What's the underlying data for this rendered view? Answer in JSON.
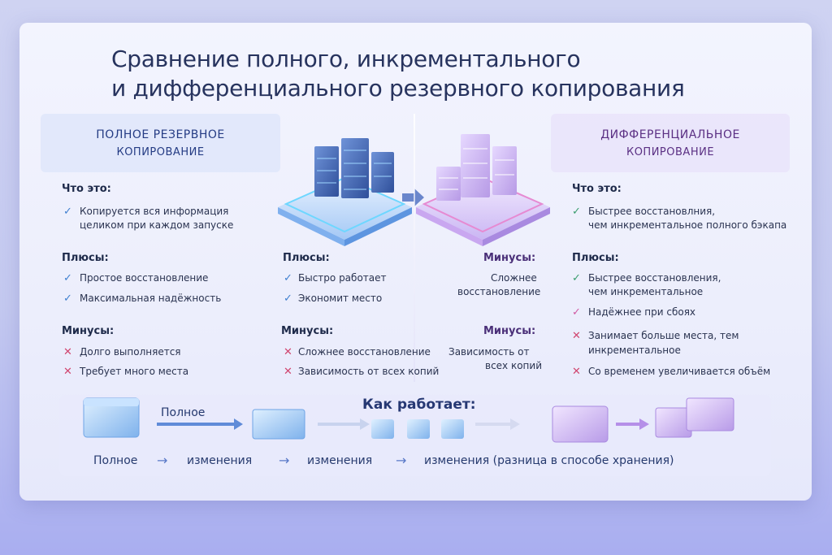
{
  "title": {
    "line1": "Сравнение полного, инкрементального",
    "line2": "и дифференциального резервного копирования"
  },
  "full": {
    "header_l1": "ПОЛНОЕ РЕЗЕРВНОЕ",
    "header_l2": "КОПИРОВАНИЕ",
    "what_label": "Что это:",
    "what_items": [
      "Копируется вся информация",
      "целиком при каждом запуске"
    ],
    "pros_label": "Плюсы:",
    "pros": [
      "Простое восстановление",
      "Максимальная надёжность"
    ],
    "cons_label": "Минусы:",
    "cons": [
      "Долго выполняется",
      "Требует много места"
    ]
  },
  "incremental": {
    "pros_label": "Плюсы:",
    "pros": [
      "Быстро работает",
      "Экономит место"
    ],
    "cons_label": "Минусы:",
    "cons": [
      "Сложнее восстановление",
      "Зависимость от всех копий"
    ]
  },
  "middle_right": {
    "cons_label_1": "Минусы:",
    "cons_1": [
      "Сложнее",
      "восстановление"
    ],
    "cons_label_2": "Минусы:",
    "cons_2": [
      "Зависимость от",
      "всех копий"
    ]
  },
  "differential": {
    "header_l1": "ДИФФЕРЕНЦИАЛЬНОЕ",
    "header_l2": "КОПИРОВАНИЕ",
    "what_label": "Что это:",
    "what_items": [
      "Быстрее восстановлния,",
      "чем инкрементальное полного бэкапа"
    ],
    "pros_label": "Плюсы:",
    "pros": [
      "Быстрее восстановления,",
      "чем инкрементальное",
      "Надёжнее при сбоях"
    ],
    "cons": [
      "Занимает больше места, тем",
      "инкрементальное",
      "Со временем увеличивается объём"
    ]
  },
  "flow": {
    "title": "Как работает:",
    "top_label": "Полное",
    "bottom": [
      "Полное",
      "изменения",
      "изменения",
      "изменения (разница в способе хранения)"
    ]
  },
  "colors": {
    "accent_blue": "#3f7fd0",
    "accent_purple": "#9b6ee0",
    "title": "#27335e"
  },
  "icons": {
    "check": "check-icon",
    "cross": "cross-icon",
    "arrow": "arrow-right-icon",
    "server": "server-stack-icon"
  }
}
